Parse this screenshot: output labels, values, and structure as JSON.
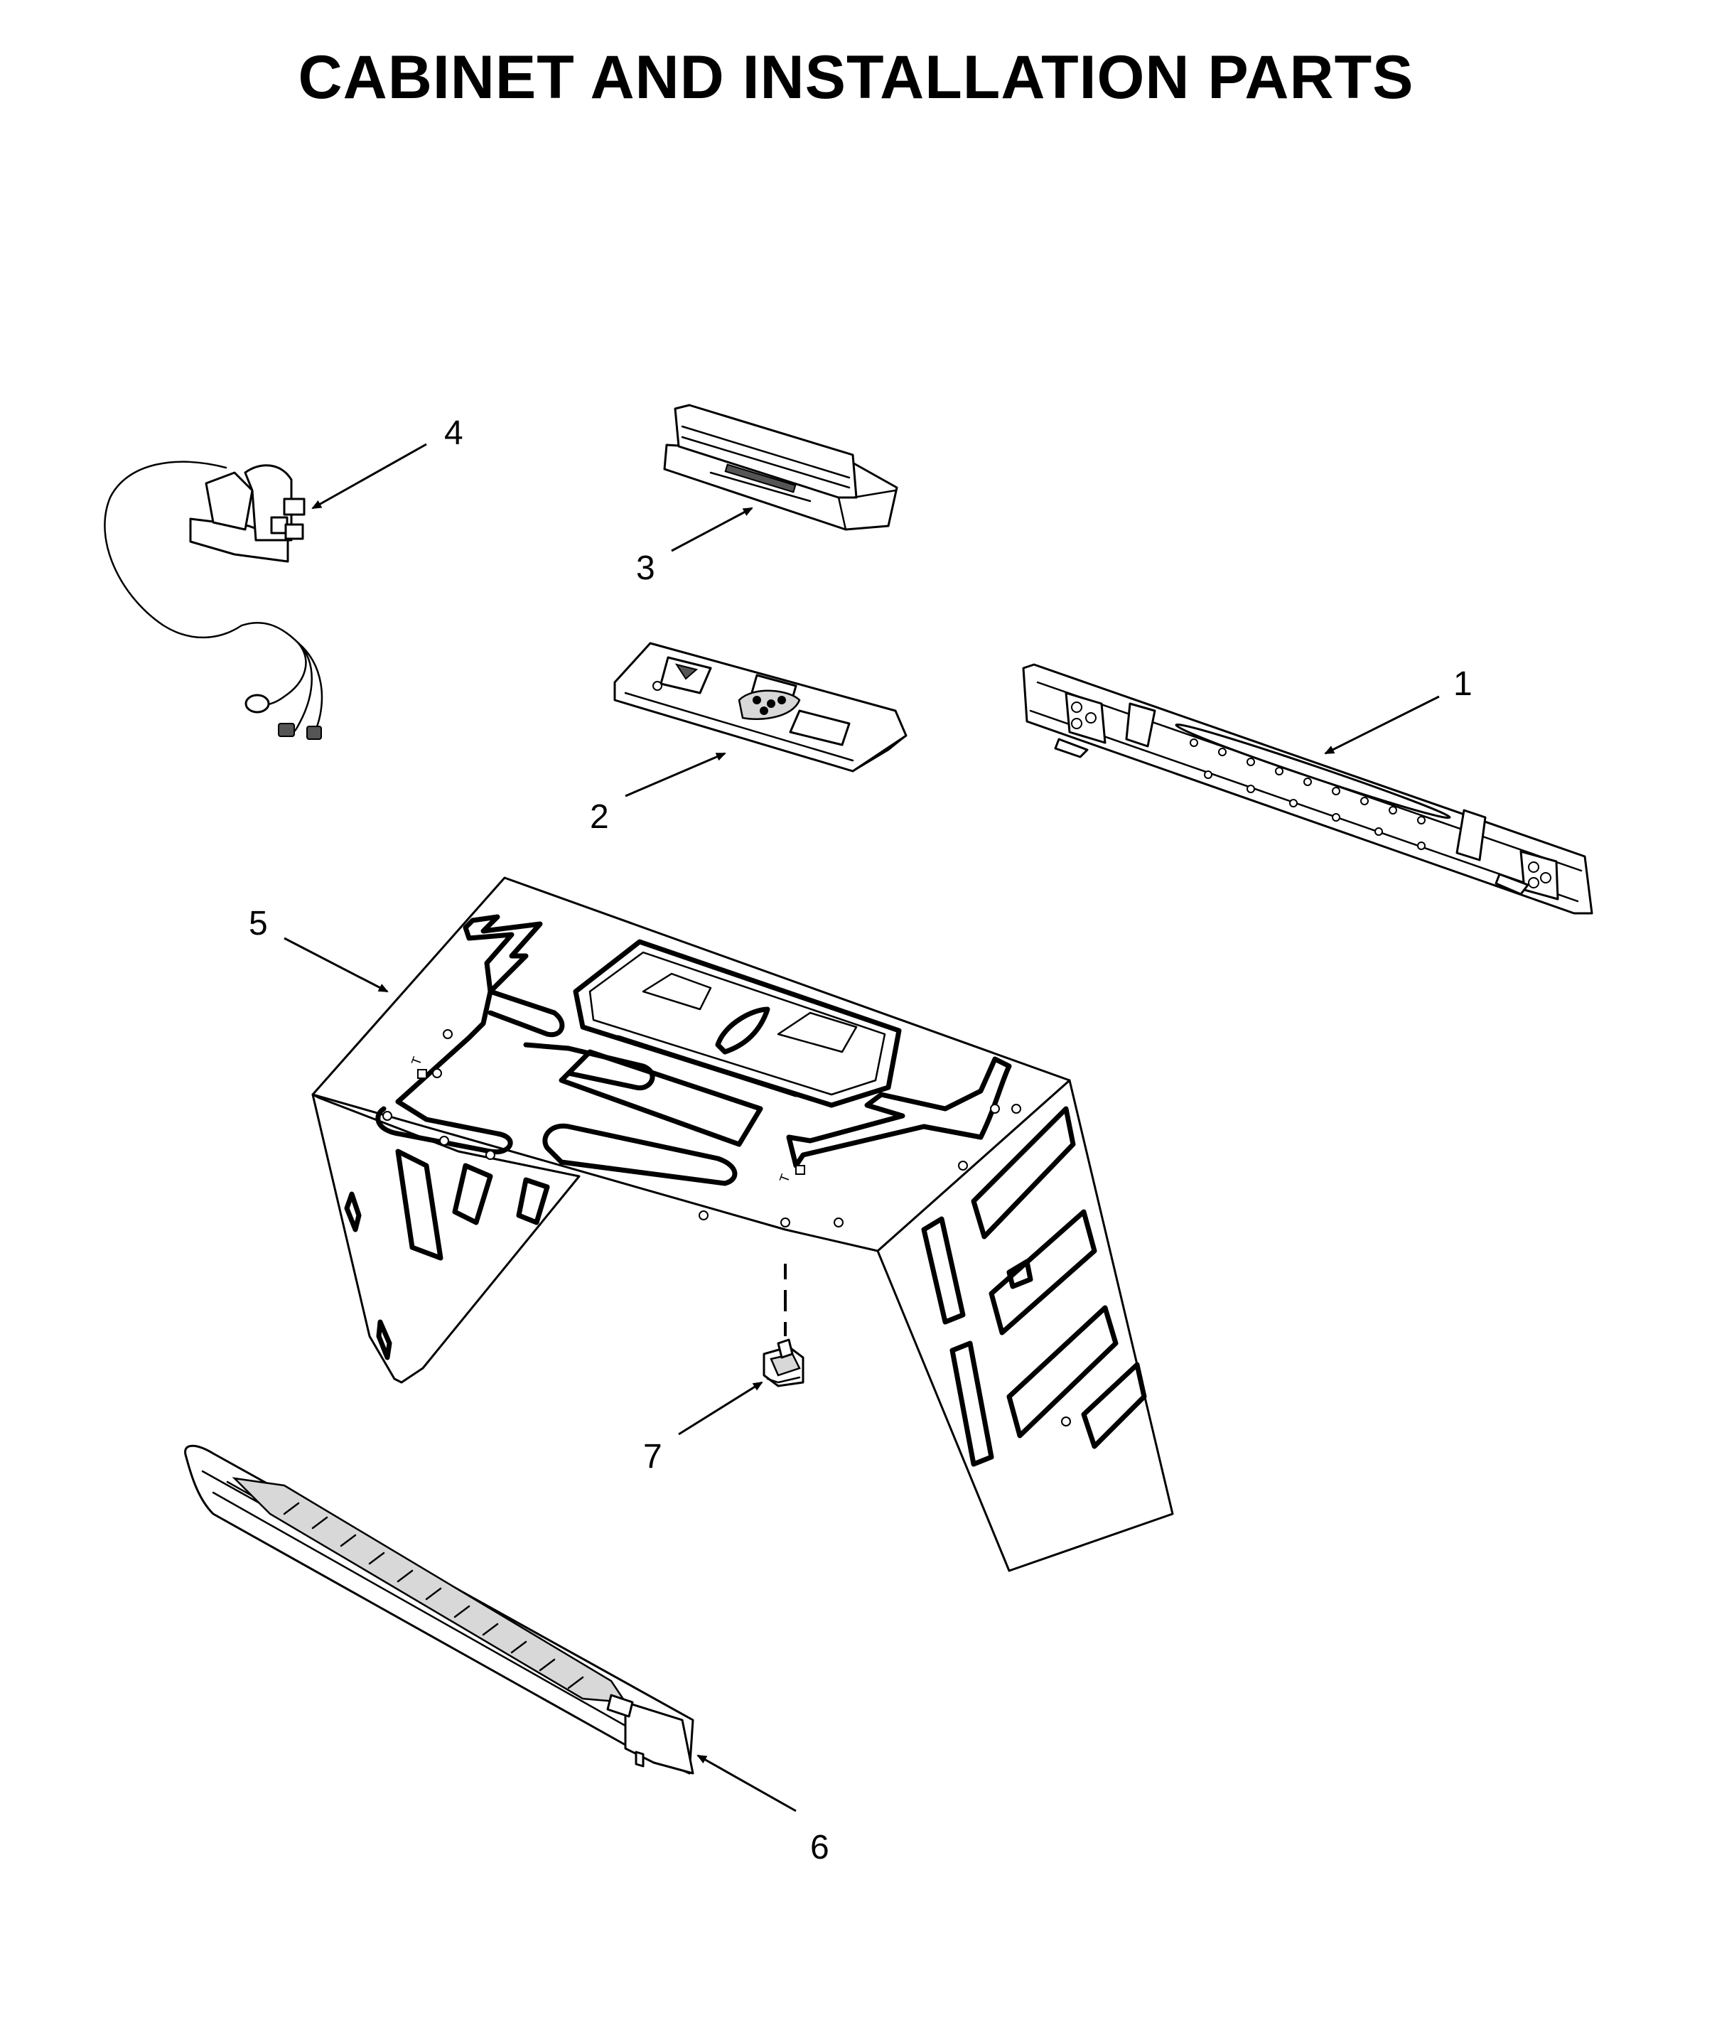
{
  "title": "CABINET AND INSTALLATION PARTS",
  "callouts": [
    {
      "number": "1",
      "part": "mounting-plate"
    },
    {
      "number": "2",
      "part": "bracket-plate"
    },
    {
      "number": "3",
      "part": "exhaust-adapter"
    },
    {
      "number": "4",
      "part": "power-cord"
    },
    {
      "number": "5",
      "part": "cabinet-wrapper"
    },
    {
      "number": "6",
      "part": "vent-grille"
    },
    {
      "number": "7",
      "part": "clip"
    }
  ],
  "colors": {
    "ink": "#000000",
    "paper": "#ffffff"
  }
}
